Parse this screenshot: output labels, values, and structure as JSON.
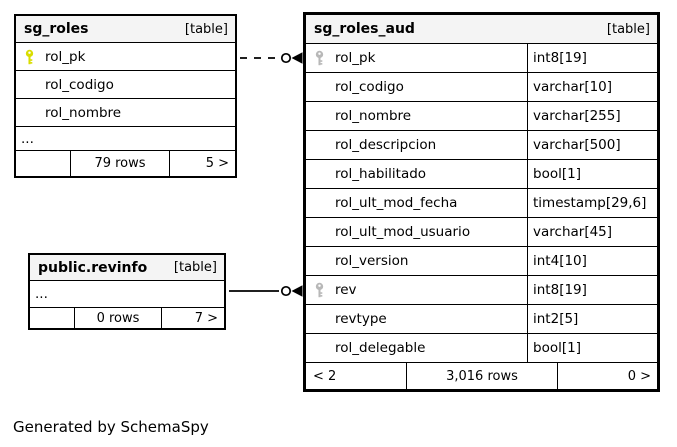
{
  "page": {
    "generated_note": "Generated by SchemaSpy"
  },
  "colors": {
    "header_bg": "#f4f4f4",
    "border": "#000000",
    "primary_key_icon": "#d9dd00",
    "secondary_key_icon": "#b8b8b8"
  },
  "tables": {
    "sg_roles": {
      "title": "sg_roles",
      "tag": "[table]",
      "columns": [
        {
          "name": "rol_pk"
        },
        {
          "name": "rol_codigo"
        },
        {
          "name": "rol_nombre"
        },
        {
          "name": "..."
        }
      ],
      "footer": {
        "left": "",
        "center": "79 rows",
        "right": "5 >"
      }
    },
    "sg_roles_aud": {
      "title": "sg_roles_aud",
      "tag": "[table]",
      "columns": [
        {
          "name": "rol_pk",
          "type": "int8[19]"
        },
        {
          "name": "rol_codigo",
          "type": "varchar[10]"
        },
        {
          "name": "rol_nombre",
          "type": "varchar[255]"
        },
        {
          "name": "rol_descripcion",
          "type": "varchar[500]"
        },
        {
          "name": "rol_habilitado",
          "type": "bool[1]"
        },
        {
          "name": "rol_ult_mod_fecha",
          "type": "timestamp[29,6]"
        },
        {
          "name": "rol_ult_mod_usuario",
          "type": "varchar[45]"
        },
        {
          "name": "rol_version",
          "type": "int4[10]"
        },
        {
          "name": "rev",
          "type": "int8[19]"
        },
        {
          "name": "revtype",
          "type": "int2[5]"
        },
        {
          "name": "rol_delegable",
          "type": "bool[1]"
        }
      ],
      "footer": {
        "left": "< 2",
        "center": "3,016 rows",
        "right": "0 >"
      }
    },
    "public_revinfo": {
      "title": "public.revinfo",
      "tag": "[table]",
      "columns": [
        {
          "name": "..."
        }
      ],
      "footer": {
        "left": "",
        "center": "0 rows",
        "right": "7 >"
      }
    }
  },
  "relationships": [
    {
      "from": "sg_roles.rol_pk",
      "to": "sg_roles_aud.rol_pk",
      "line_style": "dashed"
    },
    {
      "from": "public.revinfo",
      "to": "sg_roles_aud.rev",
      "line_style": "solid"
    }
  ]
}
